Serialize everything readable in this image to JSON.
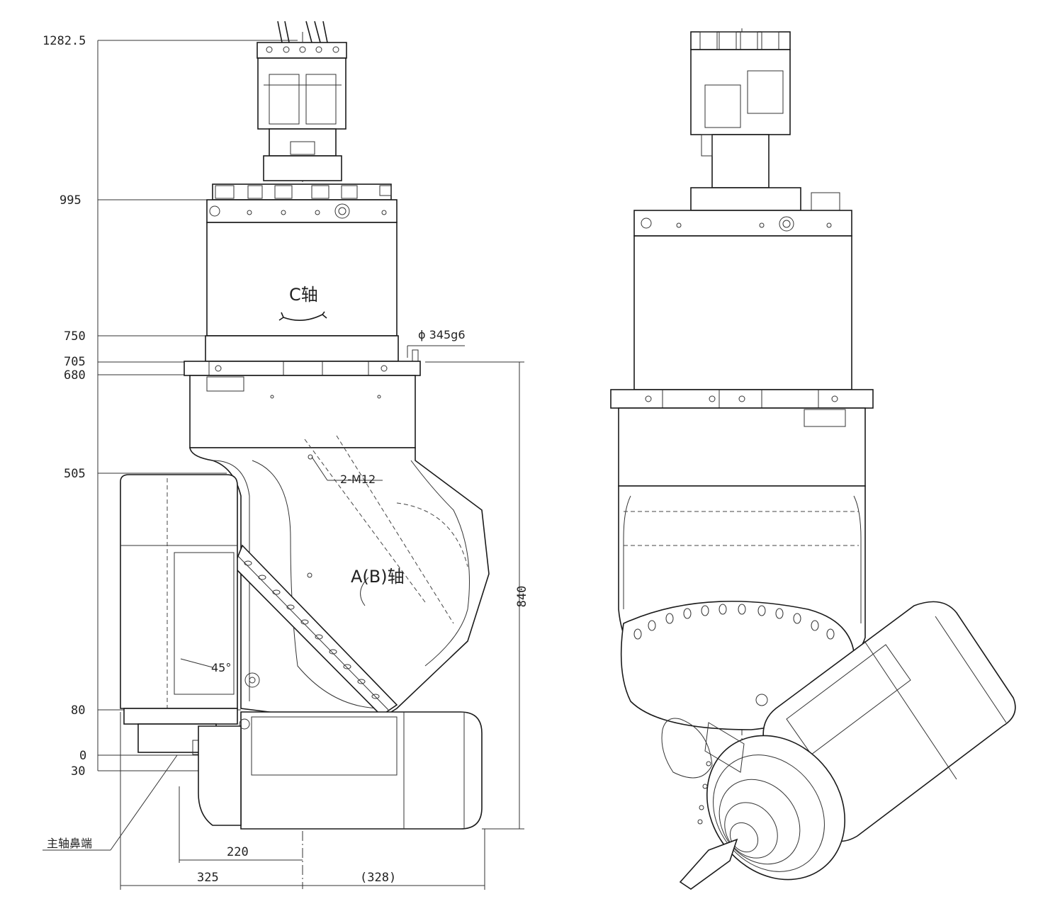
{
  "drawing": {
    "left_view": {
      "height_marks": [
        "1282.5",
        "995",
        "750",
        "705",
        "680",
        "505",
        "80",
        "0",
        "30"
      ],
      "c_axis_label": "C轴",
      "ab_axis_label": "A(B)轴",
      "diameter_label": "ϕ 345g6",
      "bolt_label": "2-M12",
      "angle_label": "45°",
      "spindle_nose_label": "主轴鼻端",
      "width_dims": [
        "220",
        "325",
        "(328)"
      ],
      "height_dim": "840"
    }
  },
  "colors": {
    "line": "#1a1a1a",
    "background": "#ffffff"
  }
}
